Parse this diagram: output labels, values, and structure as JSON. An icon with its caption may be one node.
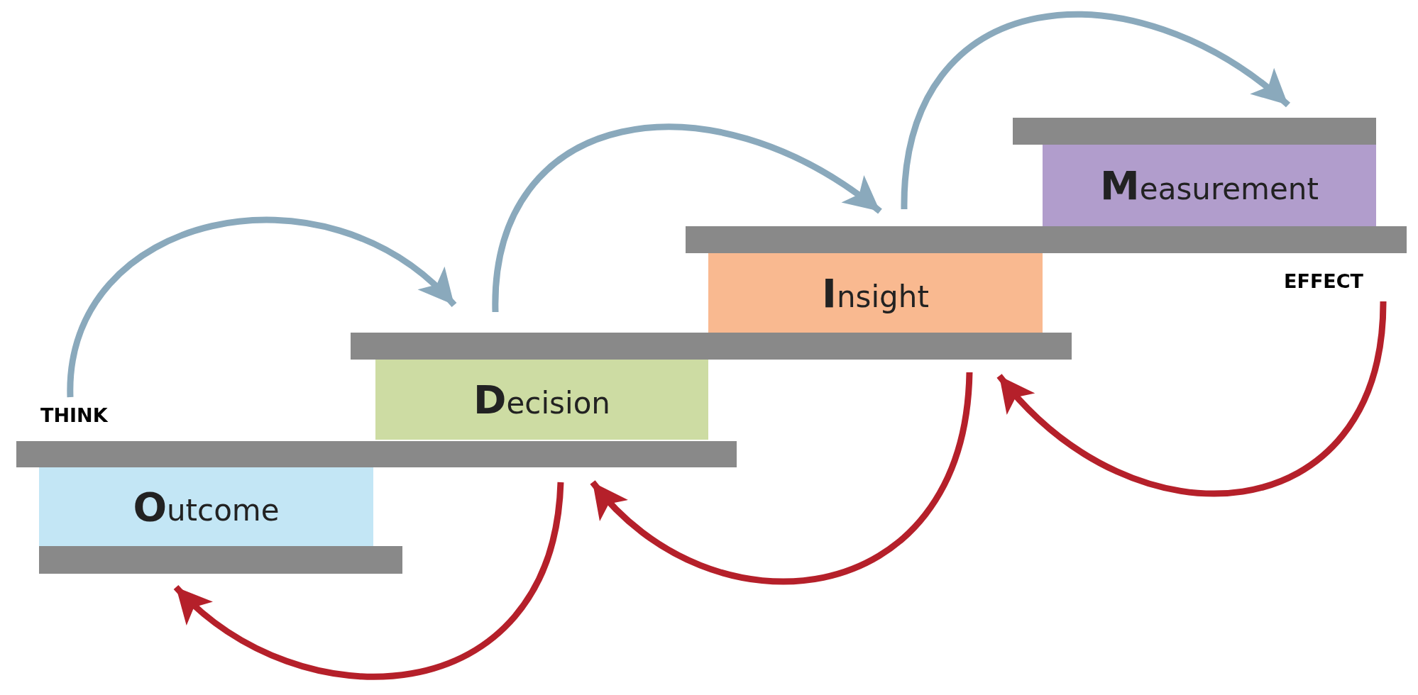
{
  "diagram": {
    "nodes": [
      {
        "text": [
          "**O**utcome"
        ]
      },
      {
        "text": [
          "**D**ecision"
        ]
      },
      {
        "text": [
          "**I**nsight"
        ]
      },
      {
        "text": [
          "**M**easurement"
        ]
      },
      {
        "text": [],
        "shape": "bar"
      },
      {
        "text": [],
        "shape": "bar"
      },
      {
        "text": [],
        "shape": "bar"
      },
      {
        "text": [],
        "shape": "bar"
      },
      {
        "text": [],
        "shape": "bar"
      }
    ],
    "edges": [
      {
        "from": 7,
        "to": 6,
        "arrow": "to",
        "color": "#8aa9bc"
      },
      {
        "from": 6,
        "to": 5,
        "arrow": "to",
        "color": "#8aa9bc"
      },
      {
        "from": 5,
        "to": 4,
        "arrow": "to",
        "color": "#8aa9bc"
      },
      {
        "from": 5,
        "to": 6,
        "arrow": "to",
        "color": "#b5202a"
      },
      {
        "from": 6,
        "to": 7,
        "arrow": "to",
        "color": "#b5202a"
      },
      {
        "from": 7,
        "to": 8,
        "arrow": "to",
        "color": "#b5202a"
      }
    ],
    "labels": [
      "THINK",
      "EFFECT"
    ]
  }
}
